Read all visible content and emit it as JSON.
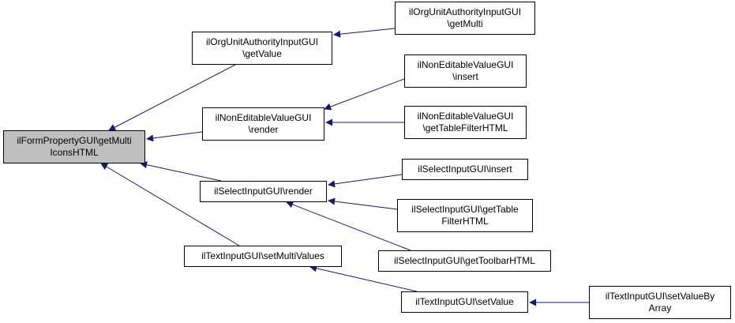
{
  "colors": {
    "edge": "#191970",
    "node_border": "#000000",
    "root_fill": "#bfbfbf",
    "node_fill": "#ffffff"
  },
  "nodes": [
    {
      "id": "root",
      "lines": [
        "ilFormPropertyGUI\\getMulti",
        "IconsHTML"
      ]
    },
    {
      "id": "ou_getvalue",
      "lines": [
        "ilOrgUnitAuthorityInputGUI",
        "\\getValue"
      ]
    },
    {
      "id": "ou_getmulti",
      "lines": [
        "ilOrgUnitAuthorityInputGUI",
        "\\getMulti"
      ]
    },
    {
      "id": "ne_render",
      "lines": [
        "ilNonEditableValueGUI",
        "\\render"
      ]
    },
    {
      "id": "ne_insert",
      "lines": [
        "ilNonEditableValueGUI",
        "\\insert"
      ]
    },
    {
      "id": "ne_gettablefilter",
      "lines": [
        "ilNonEditableValueGUI",
        "\\getTableFilterHTML"
      ]
    },
    {
      "id": "sel_render",
      "lines": [
        "ilSelectInputGUI\\render"
      ]
    },
    {
      "id": "sel_insert",
      "lines": [
        "ilSelectInputGUI\\insert"
      ]
    },
    {
      "id": "sel_gettablefilter",
      "lines": [
        "ilSelectInputGUI\\getTable",
        "FilterHTML"
      ]
    },
    {
      "id": "sel_gettoolbar",
      "lines": [
        "ilSelectInputGUI\\getToolbarHTML"
      ]
    },
    {
      "id": "txt_setmulti",
      "lines": [
        "ilTextInputGUI\\setMultiValues"
      ]
    },
    {
      "id": "txt_setvalue",
      "lines": [
        "ilTextInputGUI\\setValue"
      ]
    },
    {
      "id": "txt_setvaluebyarray",
      "lines": [
        "ilTextInputGUI\\setValueBy",
        "Array"
      ]
    }
  ],
  "edges": [
    {
      "from": "ou_getvalue",
      "to": "root"
    },
    {
      "from": "ne_render",
      "to": "root"
    },
    {
      "from": "sel_render",
      "to": "root"
    },
    {
      "from": "sel_gettoolbar",
      "to": "root"
    },
    {
      "from": "ou_getmulti",
      "to": "ou_getvalue"
    },
    {
      "from": "ne_insert",
      "to": "ne_render"
    },
    {
      "from": "ne_gettablefilter",
      "to": "ne_render"
    },
    {
      "from": "sel_insert",
      "to": "sel_render"
    },
    {
      "from": "sel_gettablefilter",
      "to": "sel_render"
    },
    {
      "from": "sel_gettoolbar",
      "to": "sel_render"
    },
    {
      "from": "txt_setvalue",
      "to": "txt_setmulti"
    },
    {
      "from": "txt_setvaluebyarray",
      "to": "txt_setvalue"
    }
  ]
}
